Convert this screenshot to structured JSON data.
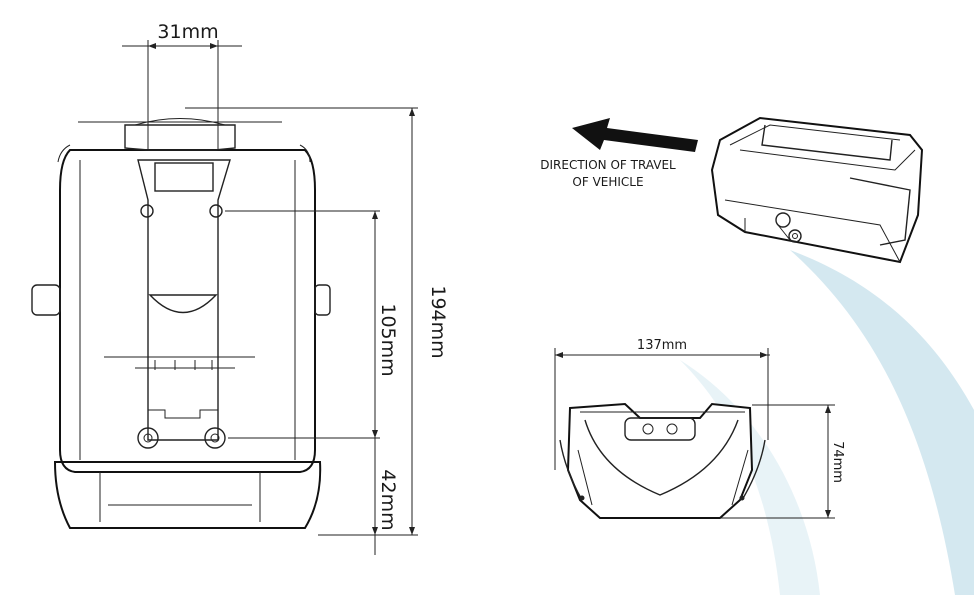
{
  "dimensions": {
    "width_top": "31mm",
    "height_total": "194mm",
    "hole_spacing": "105mm",
    "bottom_offset": "42mm",
    "width_bottom_view": "137mm",
    "depth_bottom_view": "74mm"
  },
  "travel_label": {
    "line1": "DIRECTION OF TRAVEL",
    "line2": "OF VEHICLE"
  },
  "colors": {
    "line": "#222222",
    "accent_swoosh": "#cfe6ee",
    "background": "#ffffff"
  }
}
